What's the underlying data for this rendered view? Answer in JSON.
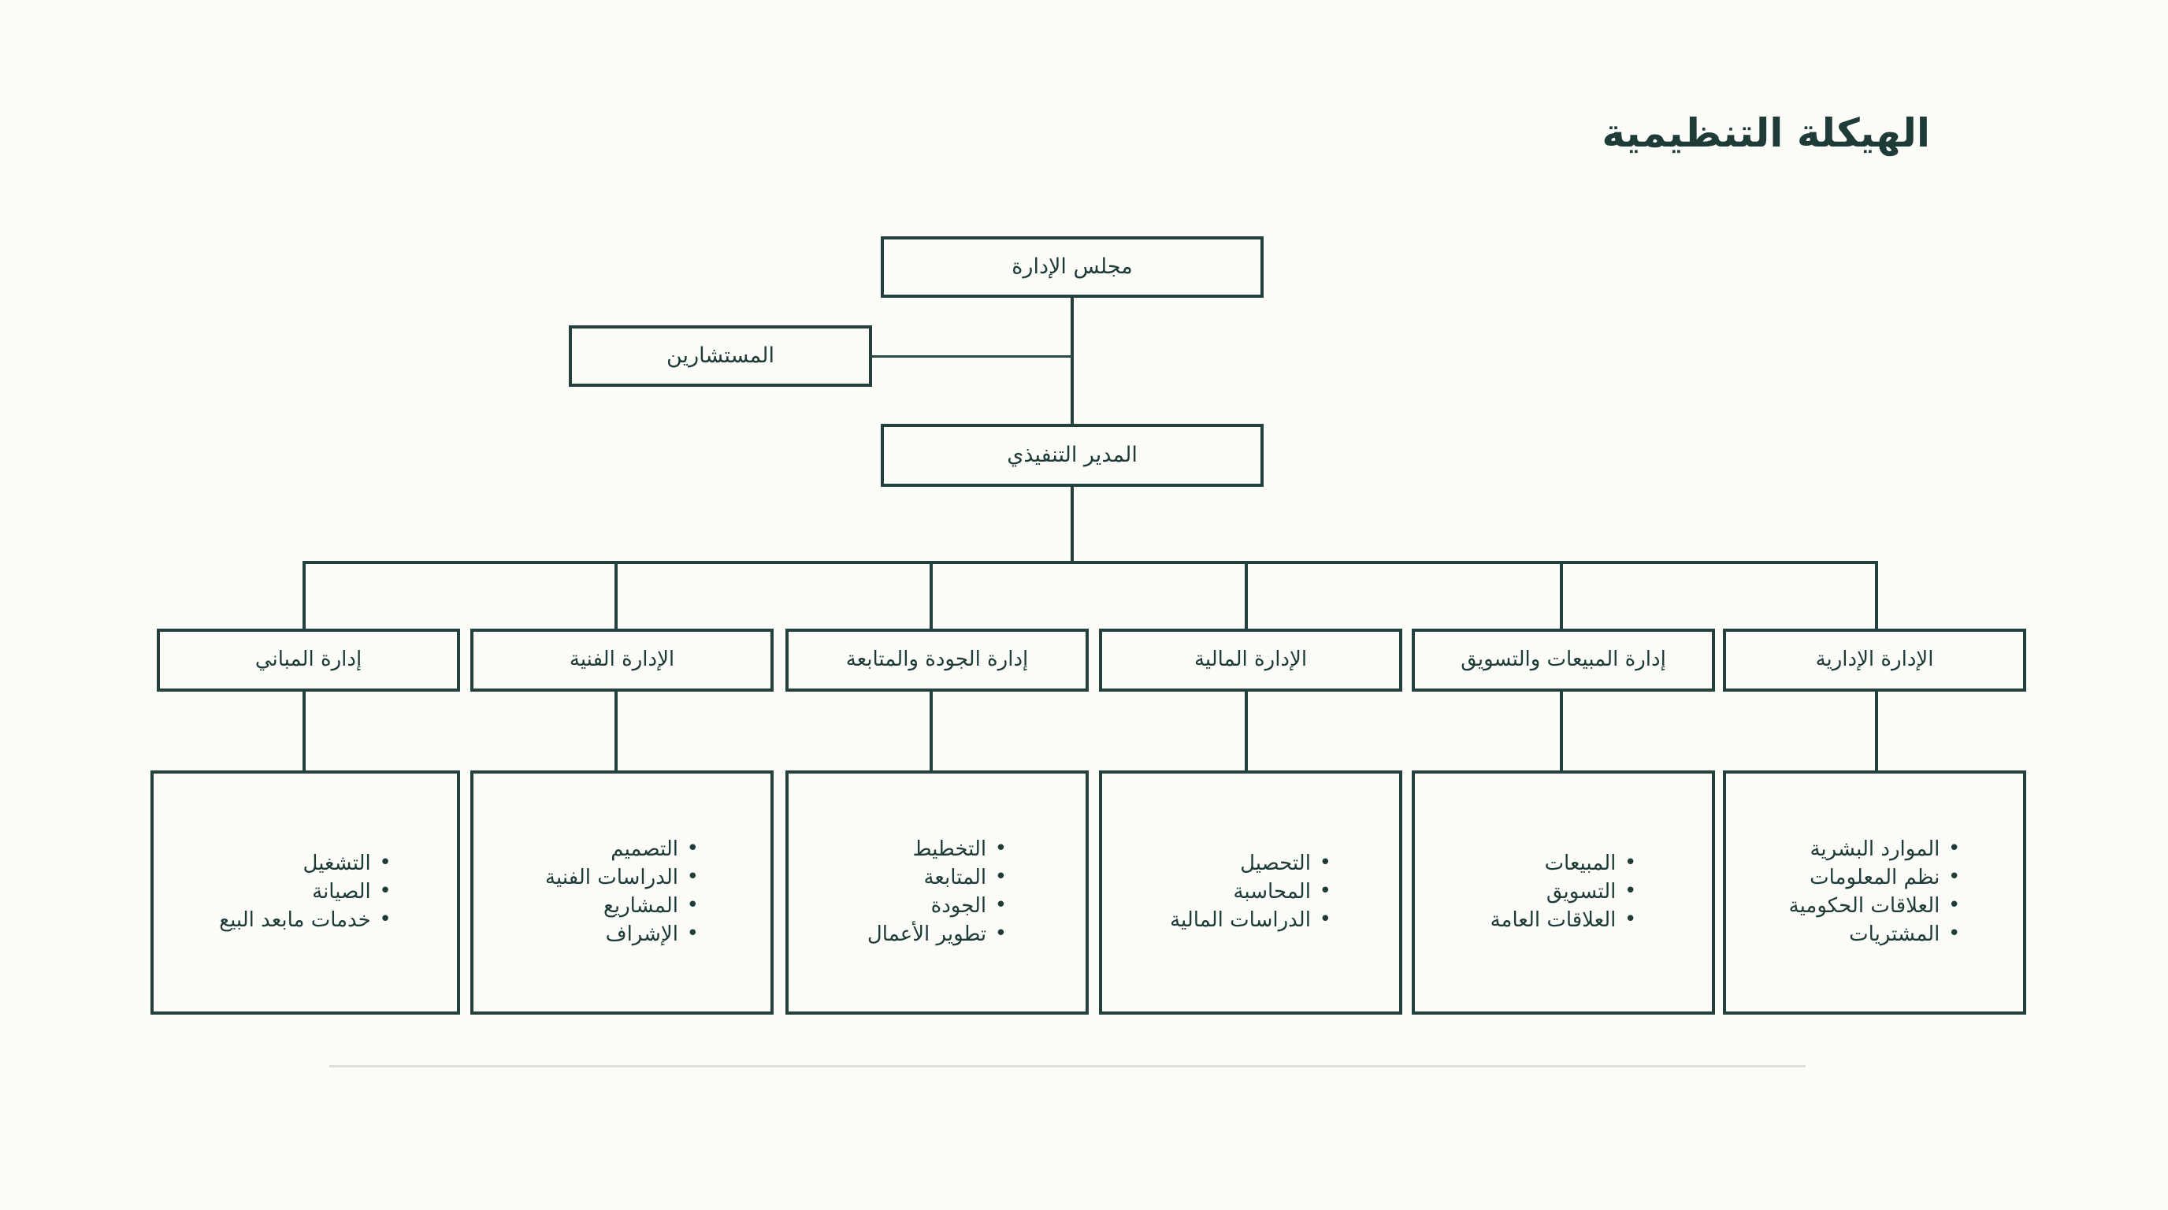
{
  "slide": {
    "title": "الهيكلة التنظيمية",
    "background_color": "#fcfcf9",
    "line_color": "#24413d",
    "text_color": "#1e3b38"
  },
  "hierarchy": {
    "board": {
      "label": "مجلس الإدارة"
    },
    "advisors": {
      "label": "المستشارين"
    },
    "ceo": {
      "label": "المدير التنفيذي"
    }
  },
  "departments": [
    {
      "label": "الإدارة الإدارية",
      "items": [
        "الموارد البشرية",
        "نظم المعلومات",
        "العلاقات الحكومية",
        "المشتريات"
      ]
    },
    {
      "label": "إدارة المبيعات والتسويق",
      "items": [
        "المبيعات",
        "التسويق",
        "العلاقات العامة"
      ]
    },
    {
      "label": "الإدارة المالية",
      "items": [
        "التحصيل",
        "المحاسبة",
        "الدراسات المالية"
      ]
    },
    {
      "label": "إدارة الجودة والمتابعة",
      "items": [
        "التخطيط",
        "المتابعة",
        "الجودة",
        "تطوير الأعمال"
      ]
    },
    {
      "label": "الإدارة الفنية",
      "items": [
        "التصميم",
        "الدراسات الفنية",
        "المشاريع",
        "الإشراف"
      ]
    },
    {
      "label": "إدارة المباني",
      "items": [
        "التشغيل",
        "الصيانة",
        "خدمات مابعد البيع"
      ]
    }
  ]
}
